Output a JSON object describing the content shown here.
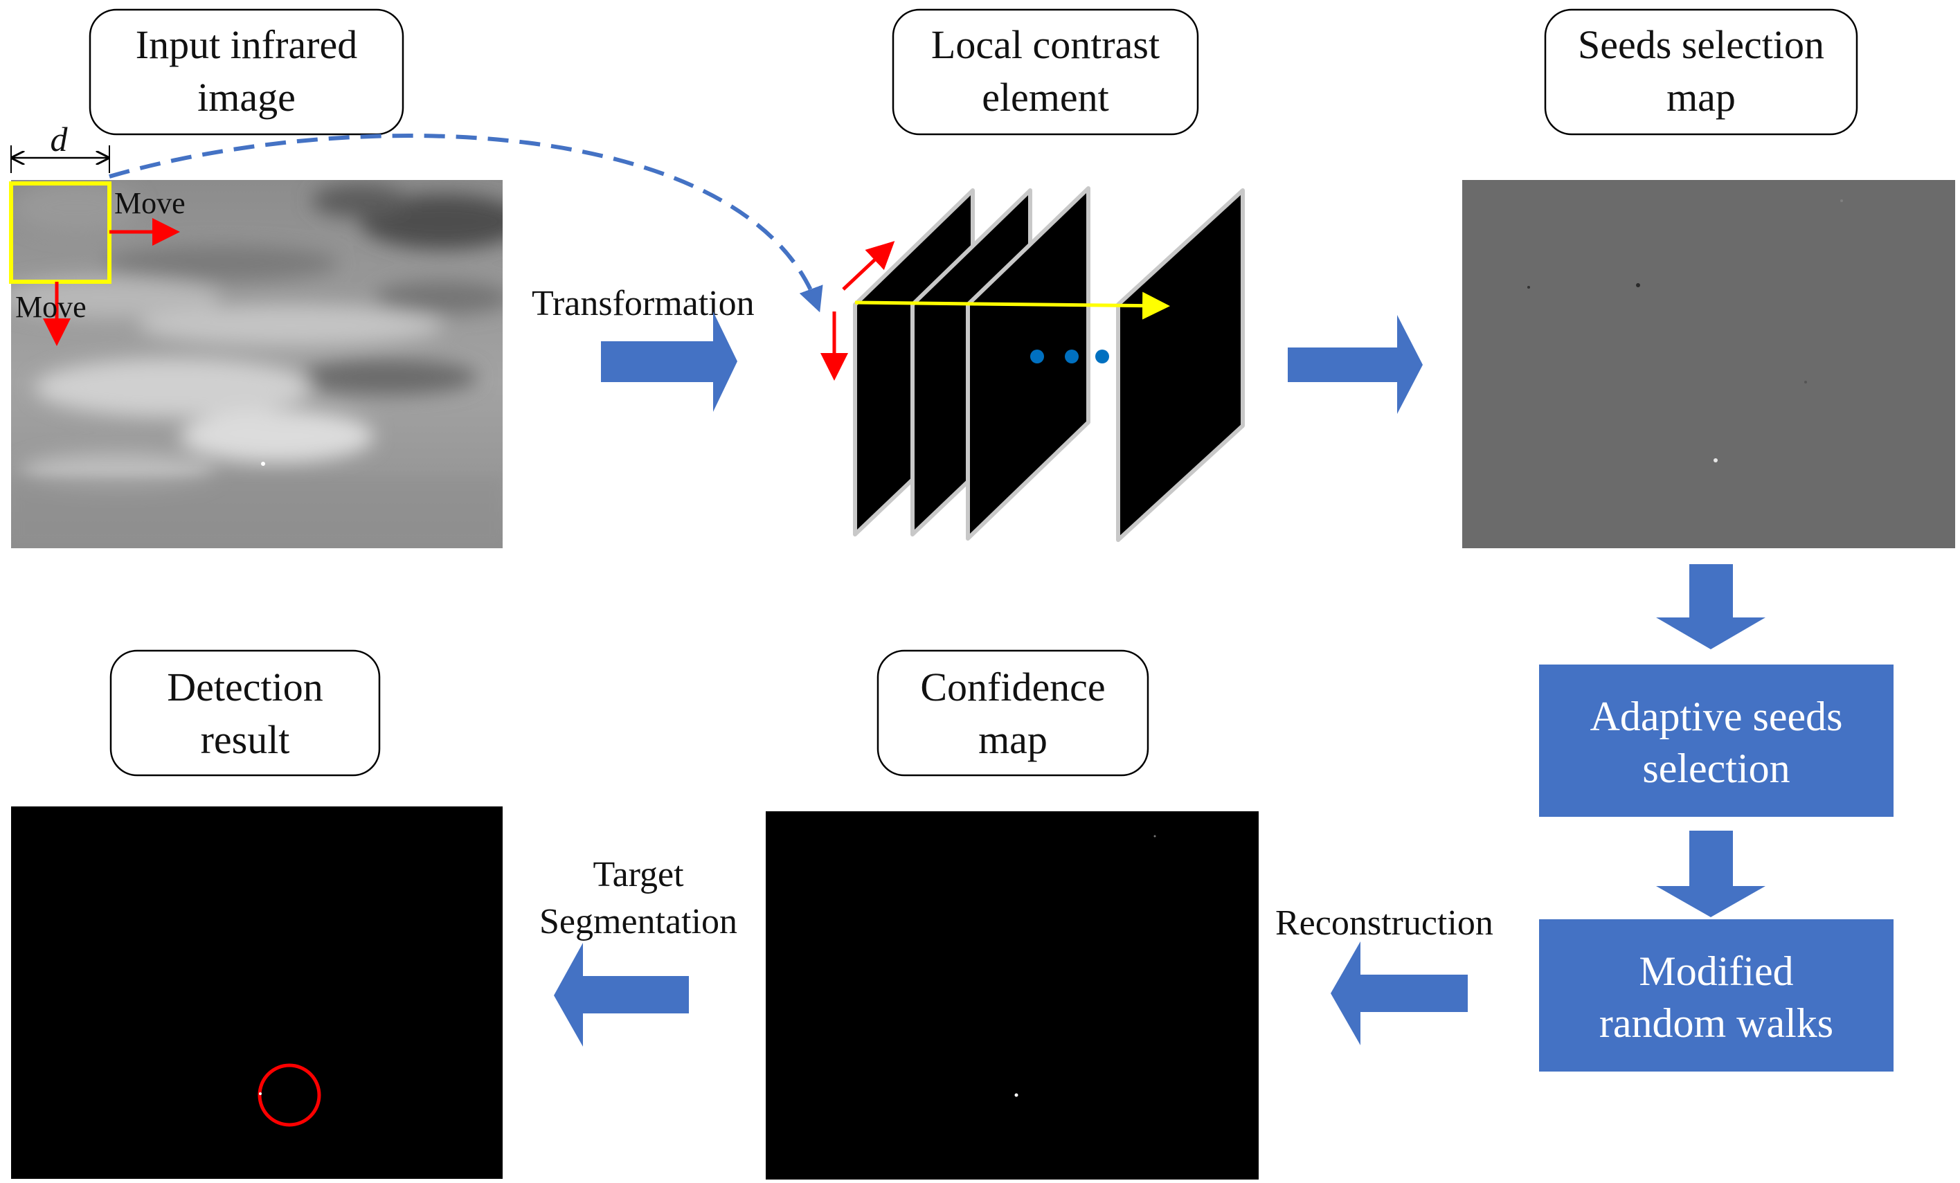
{
  "colors": {
    "accent_blue": "#4472C4",
    "marker_red": "#FF0000",
    "marker_yellow": "#FFFF00",
    "dot_blue": "#0070C0",
    "seeds_gray": "#6B6B6B"
  },
  "stages": {
    "input": {
      "label_line1": "Input infrared",
      "label_line2": "image"
    },
    "local_contrast": {
      "label_line1": "Local contrast",
      "label_line2": "element"
    },
    "seeds_map": {
      "label_line1": "Seeds selection",
      "label_line2": "map"
    },
    "confidence": {
      "label_line1": "Confidence",
      "label_line2": "map"
    },
    "detection": {
      "label_line1": "Detection",
      "label_line2": "result"
    }
  },
  "annotations": {
    "window_size": "d",
    "move_right": "Move",
    "move_down": "Move"
  },
  "arrows": {
    "transformation": "Transformation",
    "reconstruction": "Reconstruction",
    "segmentation_line1": "Target",
    "segmentation_line2": "Segmentation"
  },
  "process_boxes": {
    "adaptive": {
      "line1": "Adaptive seeds",
      "line2": "selection"
    },
    "random_walks": {
      "line1": "Modified",
      "line2": "random walks"
    }
  },
  "icons": {
    "ellipsis": "ellipsis-dots-icon",
    "block_arrow": "block-arrow-icon",
    "target_marker": "target-circle-icon"
  }
}
